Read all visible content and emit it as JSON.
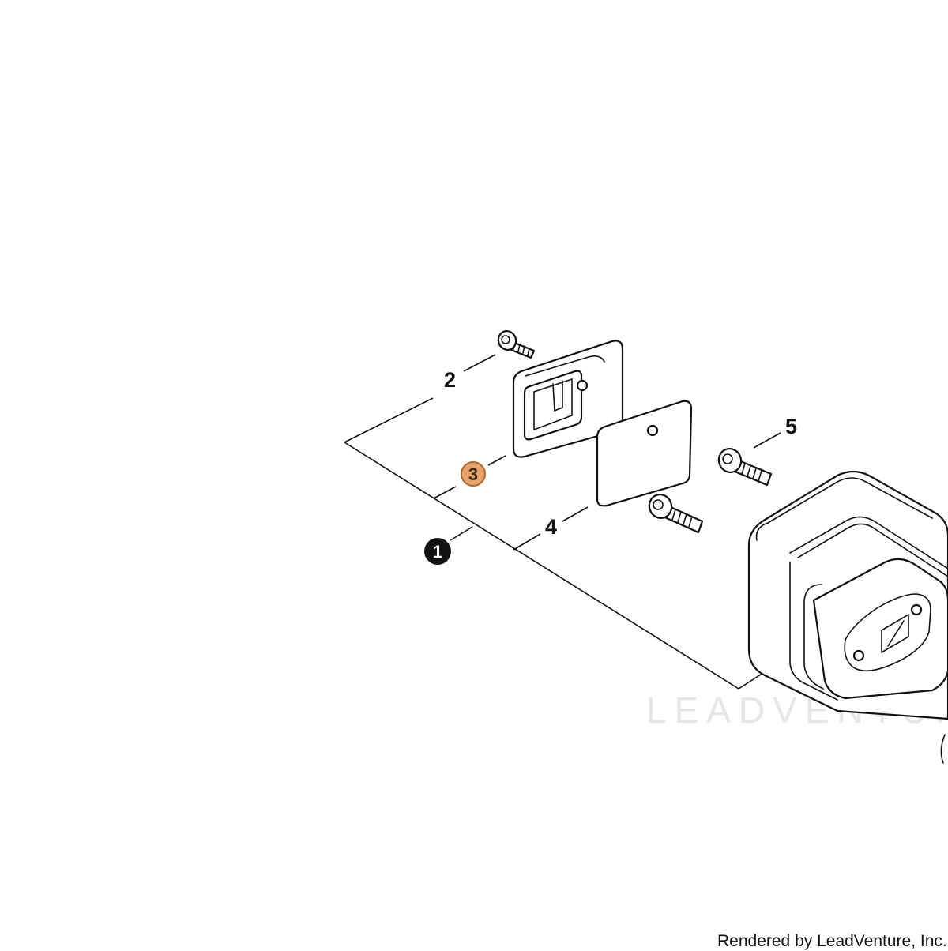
{
  "callouts": {
    "item1": "1",
    "item2": "2",
    "item3": "3",
    "item4": "4",
    "item5": "5"
  },
  "highlight_color": "#e9a36a",
  "watermark": "LEADVENTURE",
  "footer": "Rendered by LeadVenture, Inc."
}
